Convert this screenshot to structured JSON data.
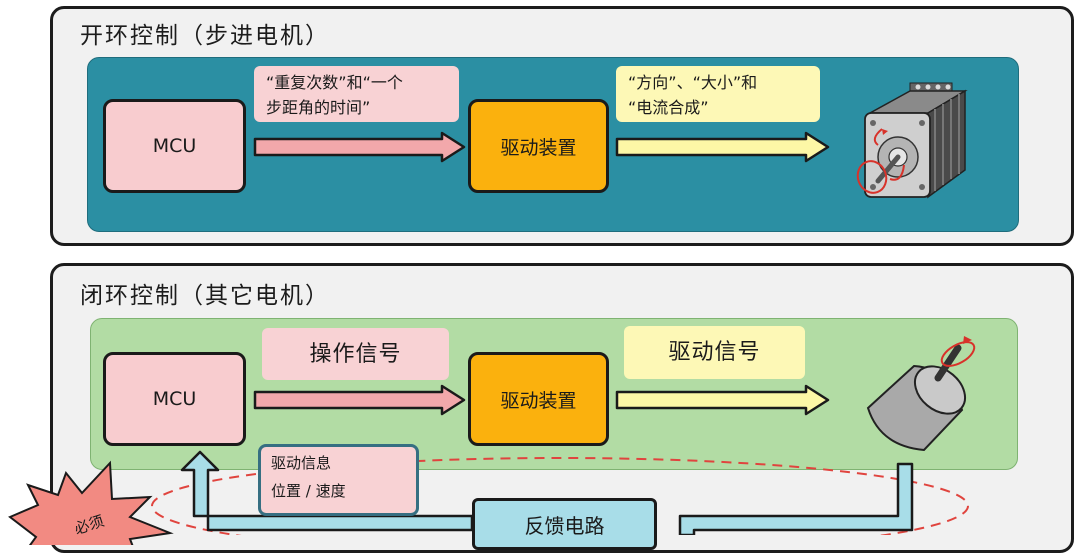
{
  "open_loop": {
    "title": "开环控制（步进电机）",
    "mcu_label": "MCU",
    "drive_label": "驱动装置",
    "signal_note_line1": "“重复次数”和“一个",
    "signal_note_line2": "步距角的时间”",
    "drive_note_line1": "“方向”、“大小”和",
    "drive_note_line2": "“电流合成”",
    "motor_icon": "stepper-motor-icon"
  },
  "closed_loop": {
    "title": "闭环控制（其它电机）",
    "mcu_label": "MCU",
    "drive_label": "驱动装置",
    "operation_signal": "操作信号",
    "drive_signal": "驱动信号",
    "feedback_info_line1": "驱动信息",
    "feedback_info_line2": "位置 / 速度",
    "feedback_circuit": "反馈电路",
    "motor_icon": "cylinder-motor-icon"
  },
  "burst_label": "必须",
  "colors": {
    "open_inner": "#2b8fa3",
    "closed_inner": "#b2dca4",
    "mcu_fill": "#f8cccf",
    "drive_fill": "#fbb10d",
    "pink_arrow": "#f2a8ab",
    "yellow_arrow": "#fdf7a6",
    "feedback_arrow": "#a8dde8",
    "dashed_loop": "#e0443e"
  }
}
